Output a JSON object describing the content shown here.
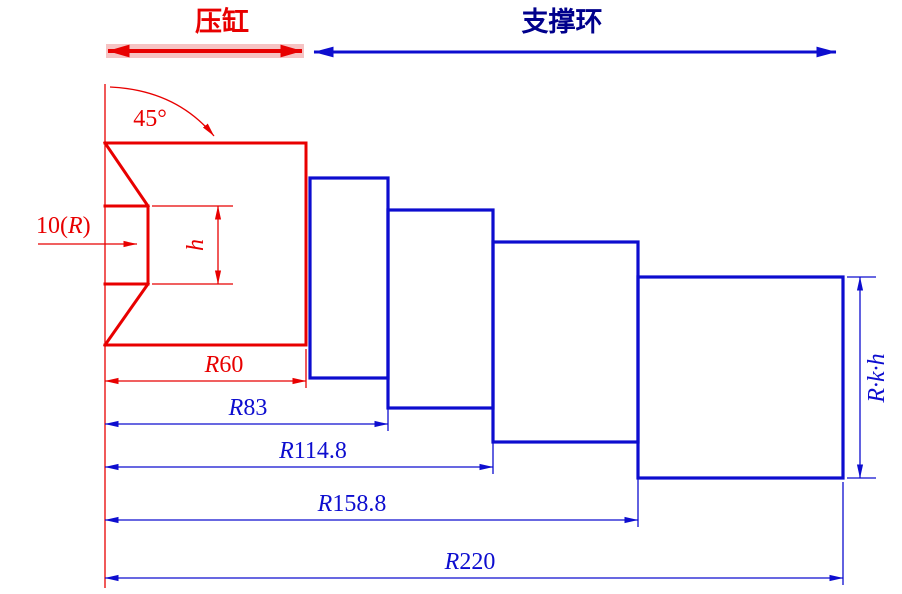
{
  "header": {
    "left_label": "压缸",
    "right_label": "支撑环"
  },
  "labels": {
    "angle": "45°",
    "inlet": {
      "prefix": "10(",
      "symbol": "R",
      "suffix": ")"
    },
    "throat_height": "h",
    "ring_height": "R·k·h",
    "dims": [
      {
        "symbol": "R",
        "value": "60"
      },
      {
        "symbol": "R",
        "value": "83"
      },
      {
        "symbol": "R",
        "value": "114.8"
      },
      {
        "symbol": "R",
        "value": "158.8"
      },
      {
        "symbol": "R",
        "value": "220"
      }
    ]
  },
  "colors": {
    "red": "#e80000",
    "blue": "#0d0dcf",
    "navy": "#00008c",
    "highlight_band": "#f6c3c3"
  }
}
